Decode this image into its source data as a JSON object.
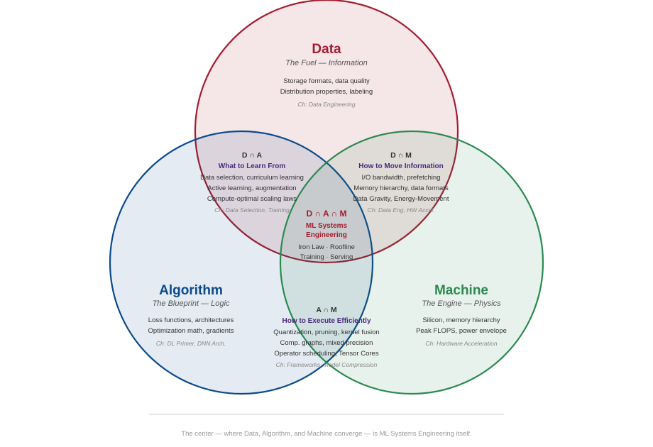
{
  "colors": {
    "data": "#a51c30",
    "algorithm": "#0a4a8c",
    "machine": "#2a8a4f",
    "intersection": "#4b2b7f",
    "center": "#a51c30"
  },
  "data": {
    "title": "Data",
    "subtitle": "The Fuel — Information",
    "lines": [
      "Storage formats, data quality",
      "Distribution properties, labeling"
    ],
    "chapter": "Ch: Data Engineering"
  },
  "algorithm": {
    "title": "Algorithm",
    "subtitle": "The Blueprint — Logic",
    "lines": [
      "Loss functions, architectures",
      "Optimization math, gradients"
    ],
    "chapter": "Ch: DL Primer, DNN Arch."
  },
  "machine": {
    "title": "Machine",
    "subtitle": "The Engine — Physics",
    "lines": [
      "Silicon, memory hierarchy",
      "Peak FLOPS, power envelope"
    ],
    "chapter": "Ch: Hardware Acceleration"
  },
  "da": {
    "symbol": "D ∩ A",
    "title": "What to Learn From",
    "lines": [
      "Data selection, curriculum learning",
      "Active learning, augmentation",
      "Compute-optimal scaling laws"
    ],
    "chapter": "Ch: Data Selection, Training"
  },
  "dm": {
    "symbol": "D ∩ M",
    "title": "How to Move Information",
    "lines": [
      "I/O bandwidth, prefetching",
      "Memory hierarchy, data formats",
      "Data Gravity, Energy-Movement"
    ],
    "chapter": "Ch: Data Eng, HW Accel."
  },
  "am": {
    "symbol": "A ∩ M",
    "title": "How to Execute Efficiently",
    "lines": [
      "Quantization, pruning, kernel fusion",
      "Comp. graphs, mixed precision",
      "Operator scheduling, Tensor Cores"
    ],
    "chapter": "Ch: Frameworks, Model Compression"
  },
  "center": {
    "symbol": "D ∩ A ∩ M",
    "title_lines": [
      "ML Systems",
      "Engineering"
    ],
    "lines": [
      "Iron Law · Roofline",
      "Training · Serving"
    ]
  },
  "footer": "The center — where Data, Algorithm, and Machine converge — is ML Systems Engineering itself."
}
